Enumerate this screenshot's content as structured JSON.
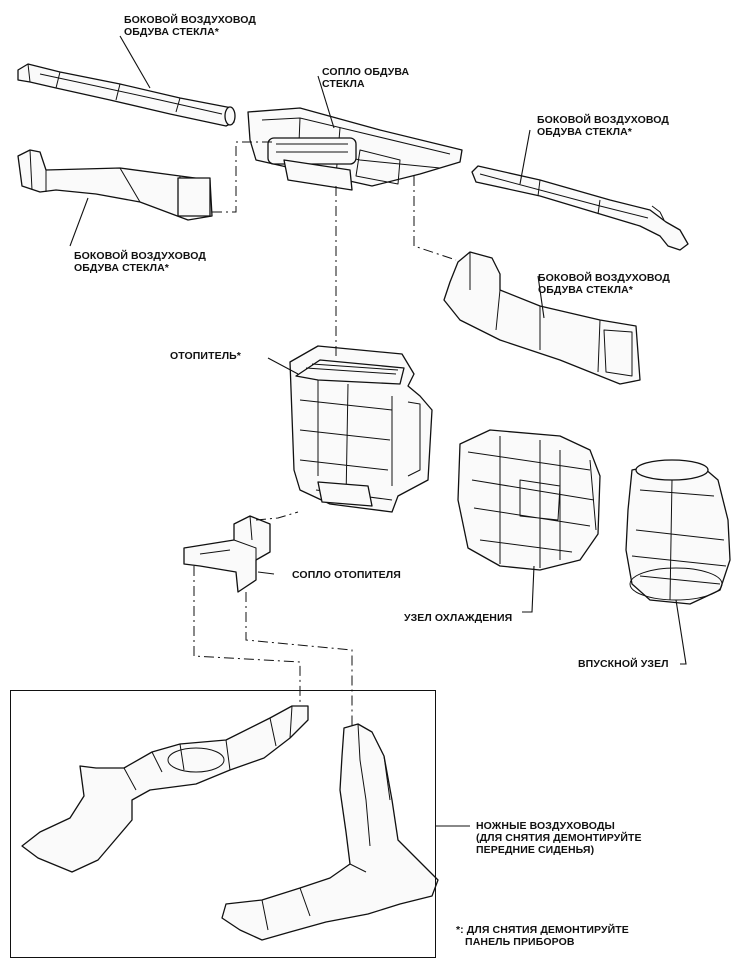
{
  "labels": {
    "side_duct_top_left": "БОКОВОЙ ВОЗДУХОВОД\nОБДУВА СТЕКЛА*",
    "defroster_nozzle": "СОПЛО ОБДУВА\nСТЕКЛА",
    "side_duct_top_right": "БОКОВОЙ ВОЗДУХОВОД\nОБДУВА СТЕКЛА*",
    "side_duct_left": "БОКОВОЙ ВОЗДУХОВОД\nОБДУВА СТЕКЛА*",
    "side_duct_right": "БОКОВОЙ ВОЗДУХОВОД\nОБДУВА СТЕКЛА*",
    "heater": "ОТОПИТЕЛЬ*",
    "heater_nozzle": "СОПЛО ОТОПИТЕЛЯ",
    "cooling_unit": "УЗЕЛ ОХЛАЖДЕНИЯ",
    "intake_unit": "ВПУСКНОЙ УЗЕЛ",
    "foot_ducts": "НОЖНЫЕ ВОЗДУХОВОДЫ\n(ДЛЯ СНЯТИЯ ДЕМОНТИРУЙТЕ\nПЕРЕДНИЕ СИДЕНЬЯ)",
    "footnote": "*: ДЛЯ СНЯТИЯ ДЕМОНТИРУЙТЕ\n   ПАНЕЛЬ ПРИБОРОВ"
  }
}
